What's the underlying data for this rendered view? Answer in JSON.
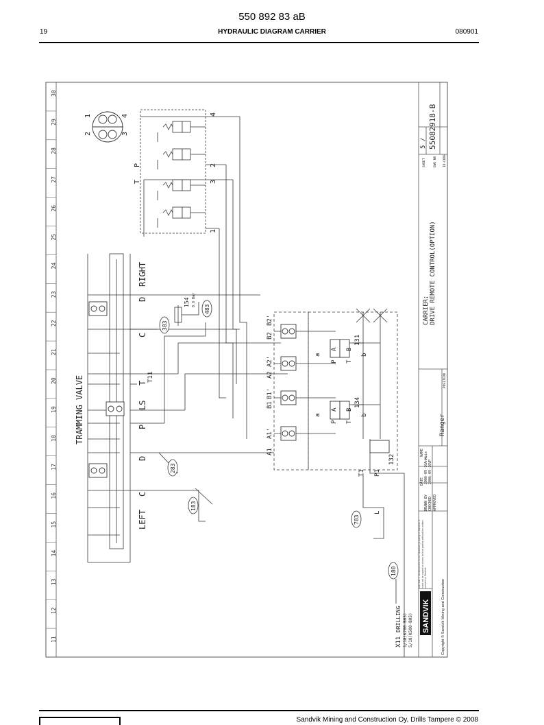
{
  "header": {
    "doc_id": "550 892 83 aB",
    "page_number": "19",
    "title": "HYDRAULIC DIAGRAM CARRIER",
    "date_code": "080901"
  },
  "footer": {
    "copyright": "Sandvik Mining and Construction Oy, Drills Tampere © 2008"
  },
  "drawing": {
    "grid_numbers": [
      "11",
      "12",
      "13",
      "14",
      "15",
      "16",
      "17",
      "18",
      "19",
      "20",
      "21",
      "22",
      "23",
      "24",
      "25",
      "26",
      "27",
      "28",
      "29",
      "30"
    ],
    "title_block": {
      "carrier": "CARRIER;",
      "description": "DRIVE REMOTE CONTROL(OPTION)",
      "sheet_label": "SHEET",
      "sheet_value": "5 /",
      "dwg_label": "DWG NR",
      "dwg_number": "55082918-B",
      "id_code_label": "ID-CODE",
      "position_label": "POSITION",
      "model": "Ranger",
      "col_date": "DATE",
      "col_name": "NAME",
      "drawn_by_label": "DRAWN BY",
      "drawn_date": "2006-09-16",
      "drawn_name": "AnWeis",
      "checked_label": "CHECKED",
      "checked_date": "2006-09-16",
      "checked_name": "VP",
      "approved_label": "APPROVED",
      "notice": "NOTICE: This document is the exclusive property of Sandvik. It must not be copied or shown to third parties without the written consent of Sandvik.",
      "brand": "SANDVIK",
      "copyright": "Copyright © Sandvik Mining and Construction"
    },
    "labels": {
      "tramming_valve": "TRAMMING VALVE",
      "left": "LEFT",
      "right": "RIGHT",
      "x11": "X11",
      "drilling": "DRILLING",
      "x11_ref1": "1/18(K700-B05)",
      "x11_ref2": "5/18(K500-B05)",
      "port_c_left": "C",
      "port_d_left": "D",
      "port_p": "P",
      "port_ls": "LS",
      "port_t": "T",
      "port_t11": "T11",
      "port_c_right": "C",
      "port_d_right": "D",
      "a1": "A1",
      "a1p": "A1'",
      "b1": "B1",
      "b1p": "B1'",
      "a2": "A2",
      "a2p": "A2'",
      "b2": "B2",
      "b2p": "B2'",
      "t1": "T1",
      "p1": "P1",
      "l": "L",
      "v131": "131",
      "v134": "134",
      "v132": "132",
      "v154": "154",
      "v154_note": "0.8 Bar",
      "b183": "183",
      "b283": "283",
      "b383": "383",
      "b483": "483",
      "b783": "783",
      "b180": "180",
      "joy_1": "1",
      "joy_2": "2",
      "joy_3": "3",
      "joy_4": "4",
      "pilot_t": "T",
      "pilot_p": "P",
      "pilot_1": "1",
      "pilot_2": "2",
      "pilot_3": "3",
      "pilot_4": "4",
      "sol_a": "a",
      "sol_b": "b",
      "sol_A": "A",
      "sol_B": "B",
      "sol_P": "P",
      "sol_T": "T"
    }
  }
}
